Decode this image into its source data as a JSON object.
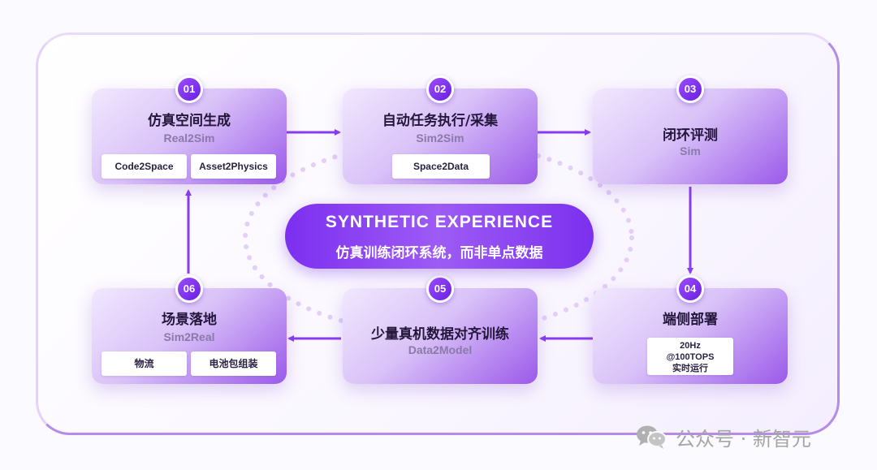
{
  "center": {
    "title": "SYNTHETIC EXPERIENCE",
    "subtitle": "仿真训练闭环系统，而非单点数据"
  },
  "steps": [
    {
      "num": "01",
      "title": "仿真空间生成",
      "sub": "Real2Sim",
      "tags": [
        "Code2Space",
        "Asset2Physics"
      ]
    },
    {
      "num": "02",
      "title": "自动任务执行/采集",
      "sub": "Sim2Sim",
      "tags": [
        "Space2Data"
      ]
    },
    {
      "num": "03",
      "title": "闭环评测",
      "sub": "Sim",
      "tags": []
    },
    {
      "num": "04",
      "title": "端侧部署",
      "sub": "",
      "tags": [],
      "spec": [
        "20Hz",
        "@100TOPS",
        "实时运行"
      ]
    },
    {
      "num": "05",
      "title": "少量真机数据对齐训练",
      "sub": "Data2Model",
      "tags": []
    },
    {
      "num": "06",
      "title": "场景落地",
      "sub": "Sim2Real",
      "tags": [
        "物流",
        "电池包组装"
      ]
    }
  ],
  "watermark": {
    "text": "公众号 · 新智元",
    "icon": "wechat-icon"
  },
  "colors": {
    "accent": "#7c2ff0",
    "badge": "#8a3dfa",
    "frame": "#b58ae8"
  }
}
